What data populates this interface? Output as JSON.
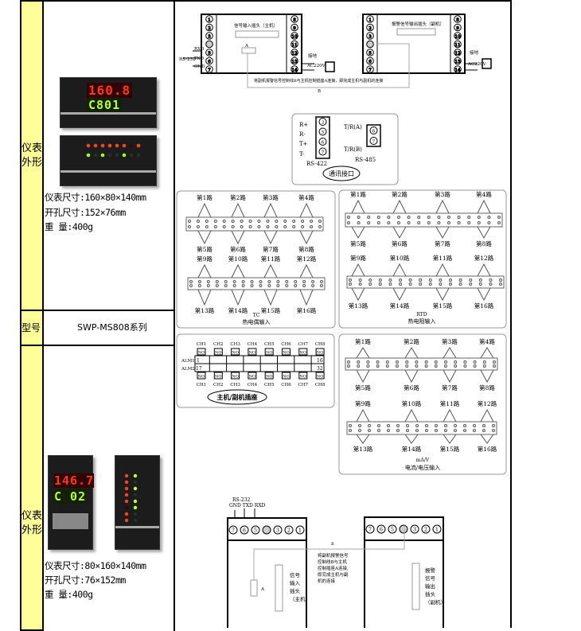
{
  "left": {
    "appearance_label": "仪表外形",
    "model_label": "型号",
    "model_value": "SWP-MS808系列",
    "horizontal": {
      "display_pv": "160.8",
      "display_sv": "C801",
      "size": "仪表尺寸:160×80×140mm",
      "cutout": "开孔尺寸:152×76mm",
      "weight": "重 量:400g"
    },
    "vertical": {
      "display_pv": "146.7",
      "display_sv": "C 02",
      "size": "仪表尺寸:80×160×140mm",
      "cutout": "开孔尺寸:76×152mm",
      "weight": "重 量:400g"
    }
  },
  "wiring_top": {
    "master_title": "信号输入插头（主机）",
    "slave_title": "报警信号输出插头（副机）",
    "left_terminals": [
      "1",
      "2",
      "3",
      "",
      "5",
      "6",
      "7"
    ],
    "right_terminals": [
      "8",
      "9",
      "10",
      "11",
      "12",
      "13",
      "14"
    ],
    "slave_left_terminals": [
      "1",
      "2",
      "3",
      "",
      "5",
      "6",
      "7"
    ],
    "rs232": "RS-232",
    "rxd": "RXD",
    "txd": "TXD",
    "gnd": "GND",
    "ground": "接地",
    "ac": "AC220V",
    "note": "将副机报警信号控制线B与主机控制插座A连接，即完成主机与副机的连接",
    "a": "A",
    "b": "B"
  },
  "comm": {
    "r_plus": "R+",
    "r_minus": "R-",
    "t_plus": "T+",
    "t_minus": "T-",
    "terms422": [
      "3",
      "5",
      "6",
      "7"
    ],
    "rs422": "RS-422",
    "tra": "T/R(A)",
    "trb": "T/R(B)",
    "terms485": [
      "6",
      "7"
    ],
    "rs485": "RS-485",
    "title": "通讯接口"
  },
  "tc": {
    "row1_top": [
      "第1路",
      "第2路",
      "第3路",
      "第4路"
    ],
    "row1_bottom": [
      "第5路",
      "第6路",
      "第7路",
      "第8路"
    ],
    "row2_top": [
      "第9路",
      "第10路",
      "第11路",
      "第12路"
    ],
    "row2_bottom": [
      "第13路",
      "第14路",
      "第15路",
      "第16路"
    ],
    "type": "TC",
    "title": "热电偶输入"
  },
  "rtd": {
    "row1_top": [
      "第1路",
      "第2路",
      "第3路",
      "第4路"
    ],
    "row1_bottom": [
      "第5路",
      "第6路",
      "第7路",
      "第8路"
    ],
    "row2_top": [
      "第9路",
      "第10路",
      "第11路",
      "第12路"
    ],
    "row2_bottom": [
      "第13路",
      "第14路",
      "第15路",
      "第16路"
    ],
    "type": "RTD",
    "title": "热电阻输入"
  },
  "socket": {
    "channels": [
      "CH1",
      "CH2",
      "CH3",
      "CH4",
      "CH5",
      "CH6",
      "CH7",
      "CH8"
    ],
    "no": "NO",
    "alm1": "ALM1",
    "alm2": "ALM2",
    "n1": "1",
    "n16": "16",
    "n17": "17",
    "n32": "32",
    "title": "主机/副机插座"
  },
  "mav": {
    "row1_top": [
      "第1路",
      "第2路",
      "第3路",
      "第4路"
    ],
    "row1_bottom": [
      "第5路",
      "第6路",
      "第7路",
      "第8路"
    ],
    "row2_top": [
      "第9路",
      "第10路",
      "第11路",
      "第12路"
    ],
    "row2_bottom": [
      "第13路",
      "第14路",
      "第15路",
      "第16路"
    ],
    "type": "mA/V",
    "title": "电流/电压输入"
  },
  "wiring_bottom": {
    "rs232": "RS-232",
    "pins": "GND TXD RXD",
    "terminals": [
      "7",
      "6",
      "5",
      "",
      "3",
      "2",
      "1"
    ],
    "b": "B",
    "a": "A",
    "note": [
      "将副机报警信号",
      "控制线B与主机",
      "控制插座A连接,",
      "即完成主机与副",
      "机的连接"
    ],
    "master_label": [
      "信号",
      "输入",
      "插头",
      "（主机）"
    ],
    "slave_label": [
      "报警",
      "信号",
      "输出",
      "插头",
      "（副机）"
    ]
  }
}
